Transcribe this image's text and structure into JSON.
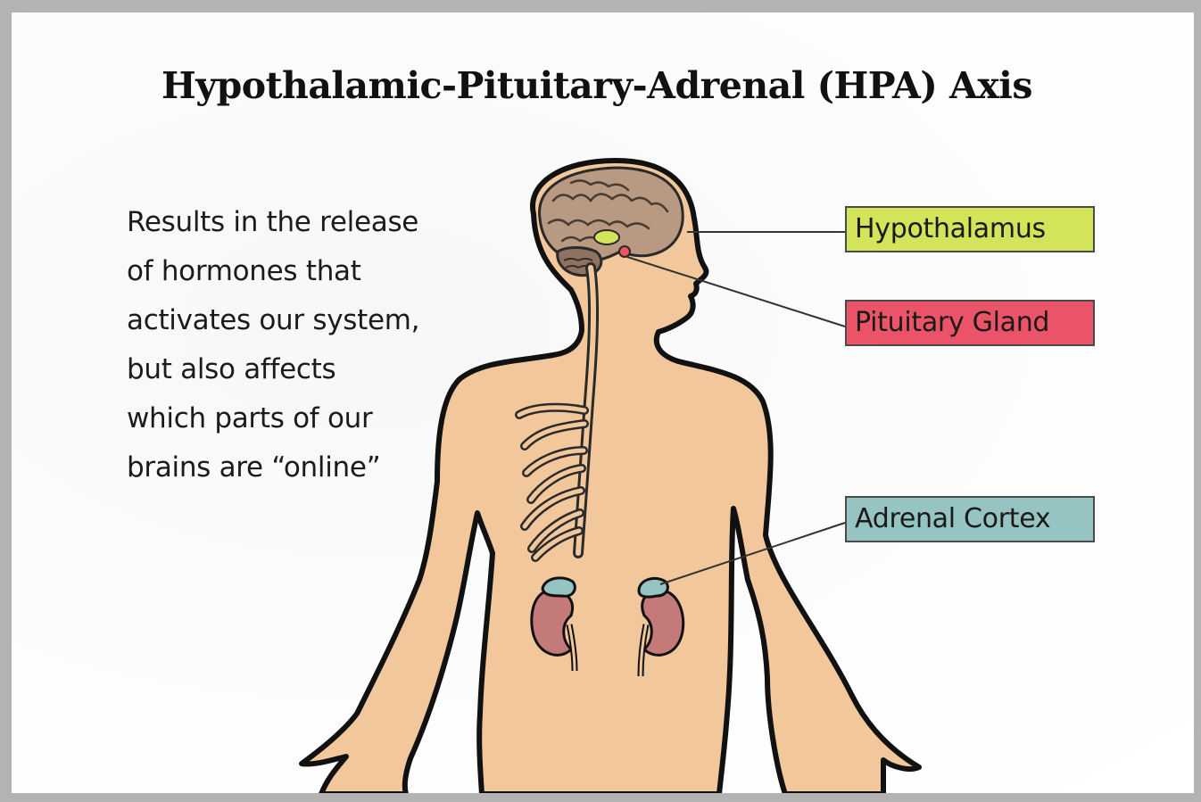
{
  "title": "Hypothalamic-Pituitary-Adrenal (HPA) Axis",
  "description_lines": [
    "Results in the release",
    "of hormones that",
    "activates our system,",
    "but also affects",
    "which parts of our",
    "brains are “online”"
  ],
  "labels": {
    "hypothalamus": "Hypothalamus",
    "pituitary": "Pituitary Gland",
    "adrenal": "Adrenal Cortex"
  },
  "colors": {
    "skin": "#f2c79b",
    "outline": "#111111",
    "brain": "#b89a82",
    "hypothalamus": "#d3e35a",
    "pituitary": "#eb5468",
    "adrenal": "#95c4c3",
    "kidney": "#c37a78",
    "frame": "#b3b3b3"
  }
}
